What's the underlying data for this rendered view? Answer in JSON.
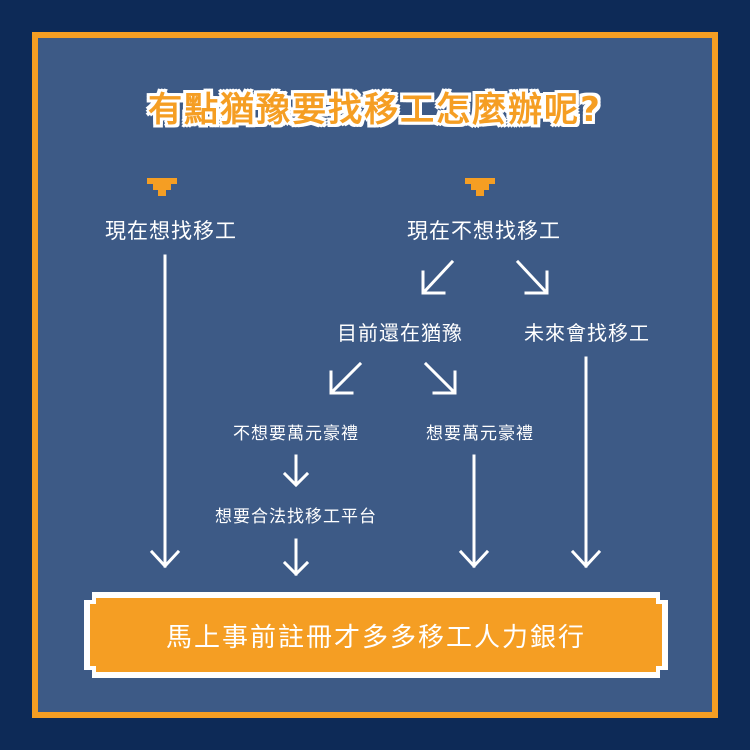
{
  "title": "有點猶豫要找移工怎麼辦呢?",
  "nodes": {
    "want_now": "現在想找移工",
    "not_want_now": "現在不想找移工",
    "hesitating": "目前還在猶豫",
    "future": "未來會找移工",
    "no_gift": "不想要萬元豪禮",
    "want_gift": "想要萬元豪禮",
    "legal_platform": "想要合法找移工平台"
  },
  "cta": {
    "label": "馬上事前註冊才多多移工人力銀行"
  },
  "colors": {
    "page_bg": "#0d2a57",
    "panel_bg": "#3d5a86",
    "accent": "#f59e23",
    "text": "#ffffff"
  }
}
